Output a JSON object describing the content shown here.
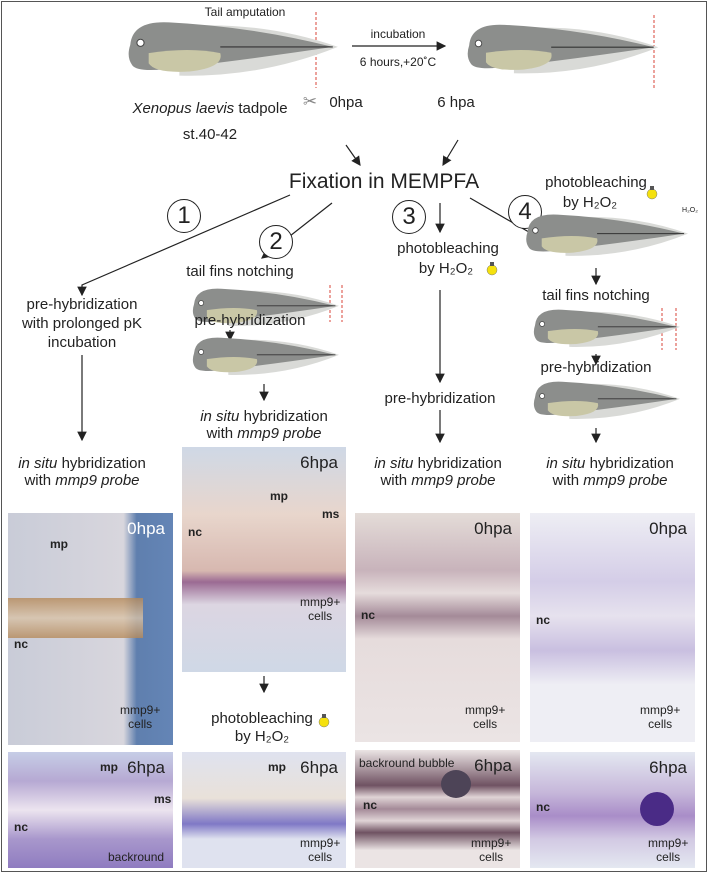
{
  "top": {
    "tail_amputation": "Tail amputation",
    "incubation": "incubation",
    "incubation_conditions": "6 hours,+20˚C",
    "species": "Xenopus laevis",
    "species_suffix": " tadpole",
    "stage": "st.40-42",
    "time_0": "0hpa",
    "time_6": "6 hpa"
  },
  "fixation": "Fixation in MEMPFA",
  "steps": [
    "1",
    "2",
    "3",
    "4"
  ],
  "col1": {
    "prehyb_lines": [
      "pre-hybridization",
      "with prolonged pK",
      "incubation"
    ]
  },
  "col2": {
    "notching": "tail fins notching",
    "prehyb": "pre-hybridization",
    "photobleaching": "photobleaching",
    "by": "by H₂O₂"
  },
  "col3": {
    "photobleaching": "photobleaching",
    "by": "by H₂O₂",
    "prehyb": "pre-hybridization"
  },
  "col4": {
    "photobleaching": "photobleaching",
    "by": "by H₂O₂",
    "h2o2_small": "H₂O₂",
    "notching": "tail fins notching",
    "prehyb": "pre-hybridization"
  },
  "ish": {
    "line1_italic": "in situ",
    "line1_rest": " hybridization",
    "line2_prefix": "with ",
    "line2_italic": "mmp9 probe"
  },
  "labels": {
    "mp": "mp",
    "ms": "ms",
    "nc": "nc",
    "mmp9": "mmp9+",
    "cells": "cells",
    "background": "backround",
    "bubble": "backround bubble",
    "h0": "0hpa",
    "h6": "6hpa"
  },
  "colors": {
    "tadpole_body": "#8c8e8c",
    "tadpole_fin": "#d9dad7",
    "yolk": "#c9c7a6",
    "red_cut": "#d9443a",
    "bulb": "#f5e10e"
  }
}
